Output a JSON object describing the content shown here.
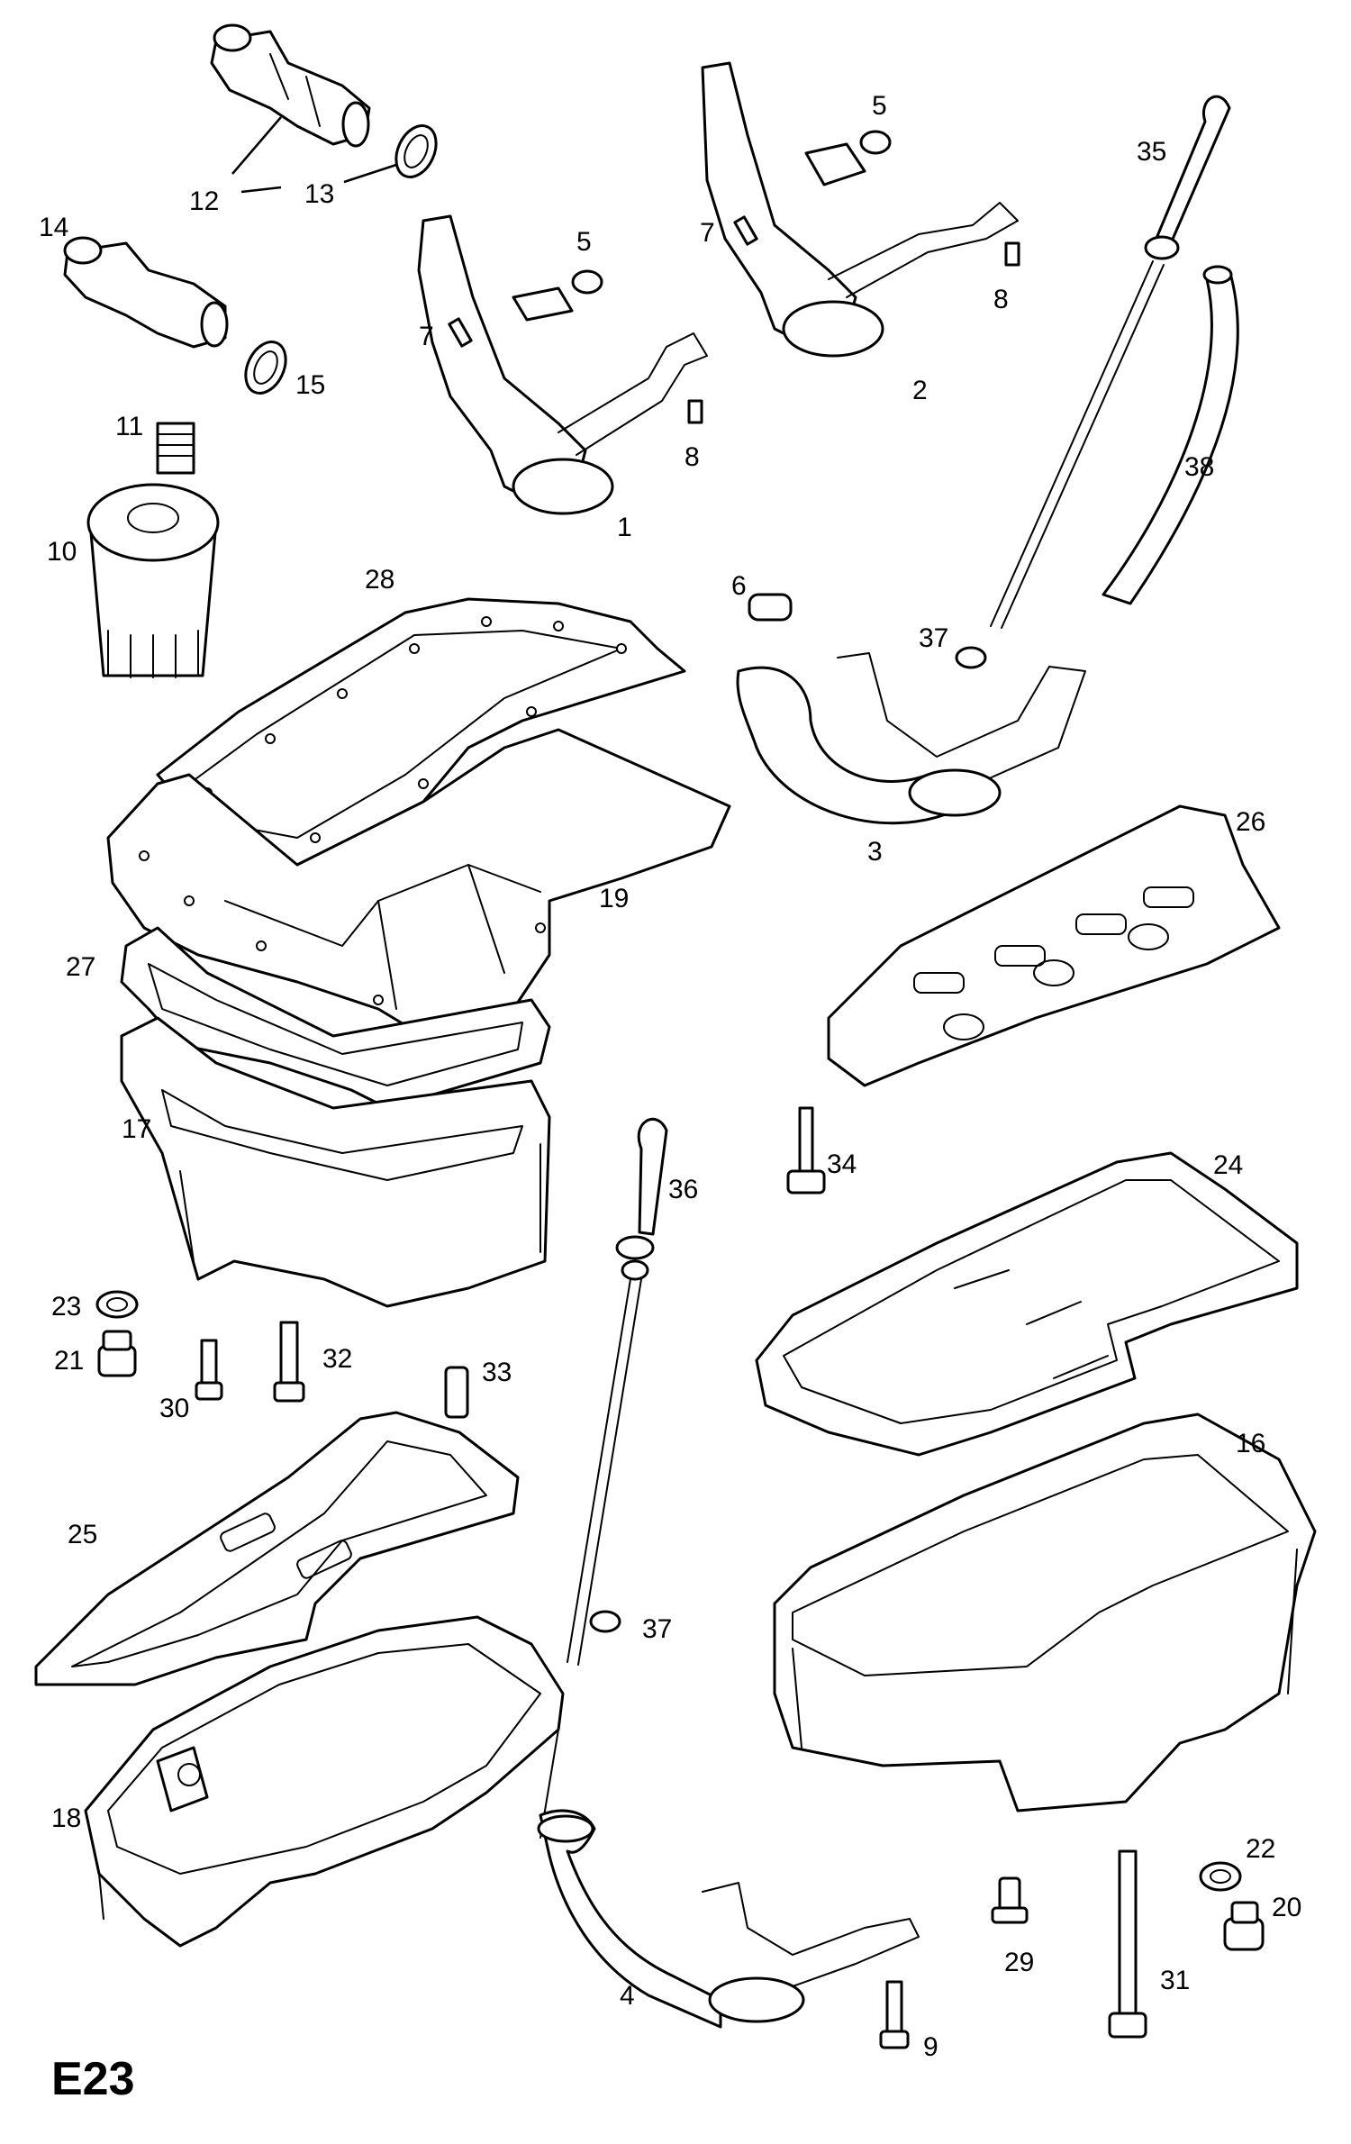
{
  "figure_code": "E23",
  "callouts": {
    "c1": "1",
    "c2": "2",
    "c3": "3",
    "c4": "4",
    "c5a": "5",
    "c5b": "5",
    "c6": "6",
    "c7a": "7",
    "c7b": "7",
    "c8a": "8",
    "c8b": "8",
    "c9": "9",
    "c10": "10",
    "c11": "11",
    "c12": "12",
    "c13": "13",
    "c14": "14",
    "c15": "15",
    "c16": "16",
    "c17": "17",
    "c18": "18",
    "c19": "19",
    "c20": "20",
    "c21": "21",
    "c22": "22",
    "c23": "23",
    "c24": "24",
    "c25": "25",
    "c26": "26",
    "c27": "27",
    "c28": "28",
    "c29": "29",
    "c30": "30",
    "c31": "31",
    "c32": "32",
    "c33": "33",
    "c34": "34",
    "c35": "35",
    "c36": "36",
    "c37a": "37",
    "c37b": "37",
    "c38": "38"
  }
}
